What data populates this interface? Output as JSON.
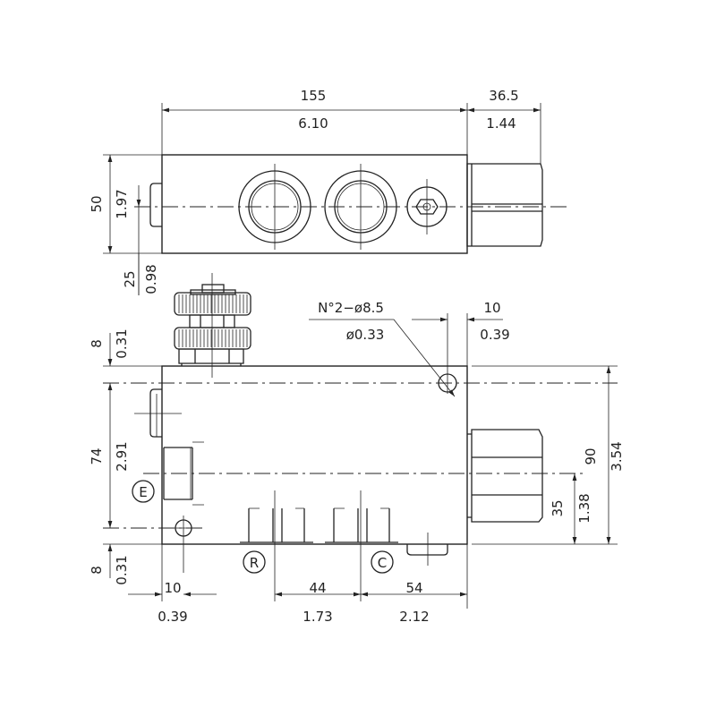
{
  "title": "Valve block dimensional drawing (mm / inch)",
  "top_view": {
    "length_mm": "155",
    "length_in": "6.10",
    "fitting_mm": "36.5",
    "fitting_in": "1.44",
    "height_mm": "50",
    "height_in": "1.97",
    "axis_mm": "25",
    "axis_in": "0.98"
  },
  "front_view": {
    "top_offset_mm": "8",
    "top_offset_in": "0.31",
    "center_mm": "74",
    "center_in": "2.91",
    "bottom_offset_mm": "8",
    "bottom_offset_in": "0.31",
    "height_mm": "90",
    "height_in": "3.54",
    "port_axis_mm": "35",
    "port_axis_in": "1.38",
    "hole_callout": "N°2−ø8.5",
    "hole_callout_in": "ø0.33",
    "hole_offset_mm": "10",
    "hole_offset_in": "0.39",
    "left_offset_mm": "10",
    "left_offset_in": "0.39",
    "port_spacing_mm": "44",
    "port_spacing_in": "1.73",
    "right_offset_mm": "54",
    "right_offset_in": "2.12",
    "ports": [
      "E",
      "R",
      "C"
    ]
  }
}
